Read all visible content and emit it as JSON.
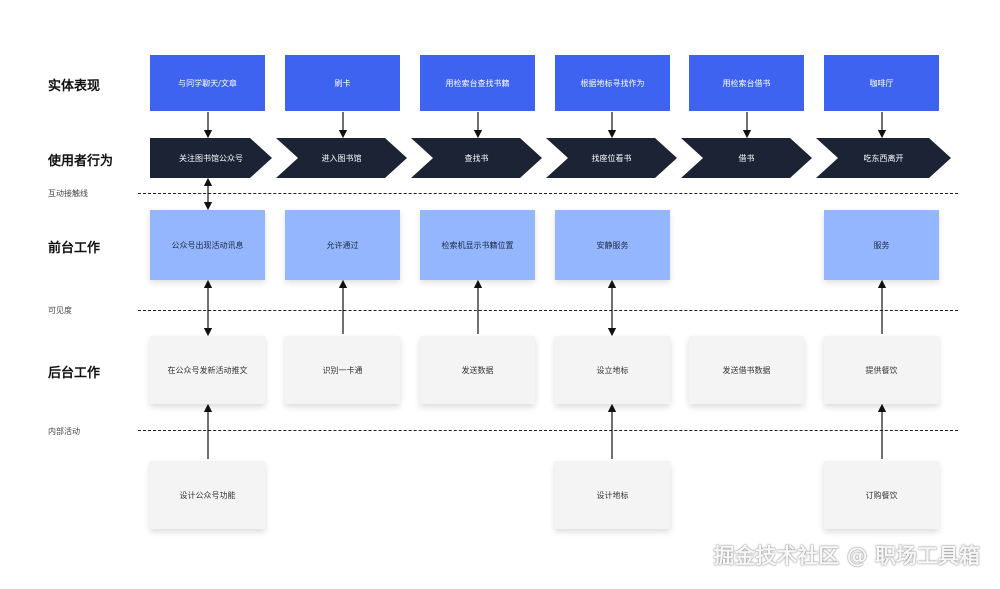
{
  "rows": {
    "physical": "实体表现",
    "user": "使用者行为",
    "front": "前台工作",
    "back": "后台工作"
  },
  "lines": {
    "interaction": "互动接触线",
    "visibility": "可见度",
    "internal": "内部活动"
  },
  "physical": [
    "与同学聊天/文章",
    "刷卡",
    "用检索台查找书籍",
    "根据地标寻找作为",
    "用检索台借书",
    "咖啡厅"
  ],
  "user": [
    "关注图书馆公众号",
    "进入图书馆",
    "查找书",
    "找座位看书",
    "借书",
    "吃东西离开"
  ],
  "front": [
    "公众号出现活动讯息",
    "允许通过",
    "检索机显示书籍位置",
    "安静服务",
    "服务"
  ],
  "back": [
    "在公众号发新活动推文",
    "识别一卡通",
    "发送数据",
    "设立地标",
    "发送借书数据",
    "提供餐饮"
  ],
  "internal": [
    "设计公众号功能",
    "设计地标",
    "订购餐饮"
  ],
  "watermark": "掘金技术社区 @ 职场工具箱",
  "colors": {
    "physical": "#3d63f0",
    "user": "#1b2335",
    "front": "#93b6ff",
    "back": "#f4f4f4"
  }
}
